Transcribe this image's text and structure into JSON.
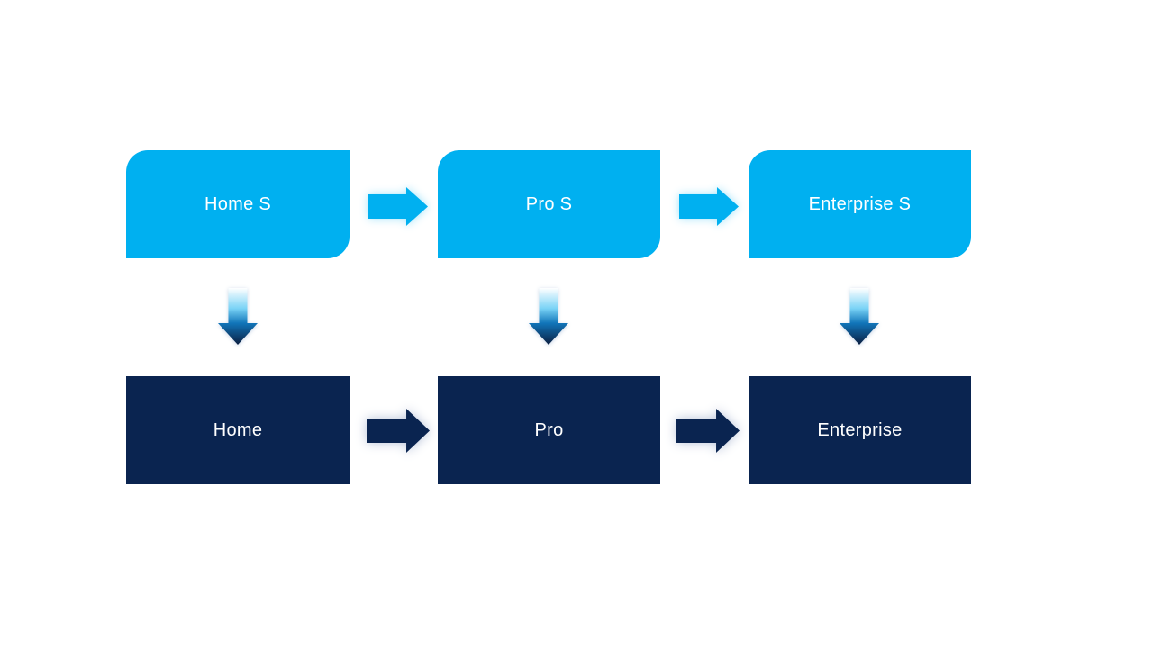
{
  "diagram": {
    "type": "process-flow",
    "columns": [
      {
        "top_label": "Home S",
        "bottom_label": "Home"
      },
      {
        "top_label": "Pro S",
        "bottom_label": "Pro"
      },
      {
        "top_label": "Enterprise S",
        "bottom_label": "Enterprise"
      }
    ],
    "flows": {
      "top_row": [
        "Home S",
        "Pro S",
        "Enterprise S"
      ],
      "bottom_row": [
        "Home",
        "Pro",
        "Enterprise"
      ],
      "vertical_links": [
        [
          "Home S",
          "Home"
        ],
        [
          "Pro S",
          "Pro"
        ],
        [
          "Enterprise S",
          "Enterprise"
        ]
      ]
    },
    "icons": {
      "horizontal_connector": "right-arrow-icon",
      "vertical_connector": "down-arrow-icon"
    },
    "colors": {
      "canvas_background": "#FFFFFF",
      "top_box_fill": "#00B0F0",
      "bottom_box_fill": "#0A2450",
      "label_text": "#FFFFFF",
      "top_arrow_fill": "#00B0F0",
      "top_arrow_glow": "#9FE2FA",
      "bottom_arrow_fill": "#0A2450",
      "bottom_arrow_glow": "#B7C2D8",
      "down_arrow_gradient": [
        "#FFFFFF",
        "#7AD3F6",
        "#1175B9",
        "#0A1E40"
      ]
    }
  }
}
